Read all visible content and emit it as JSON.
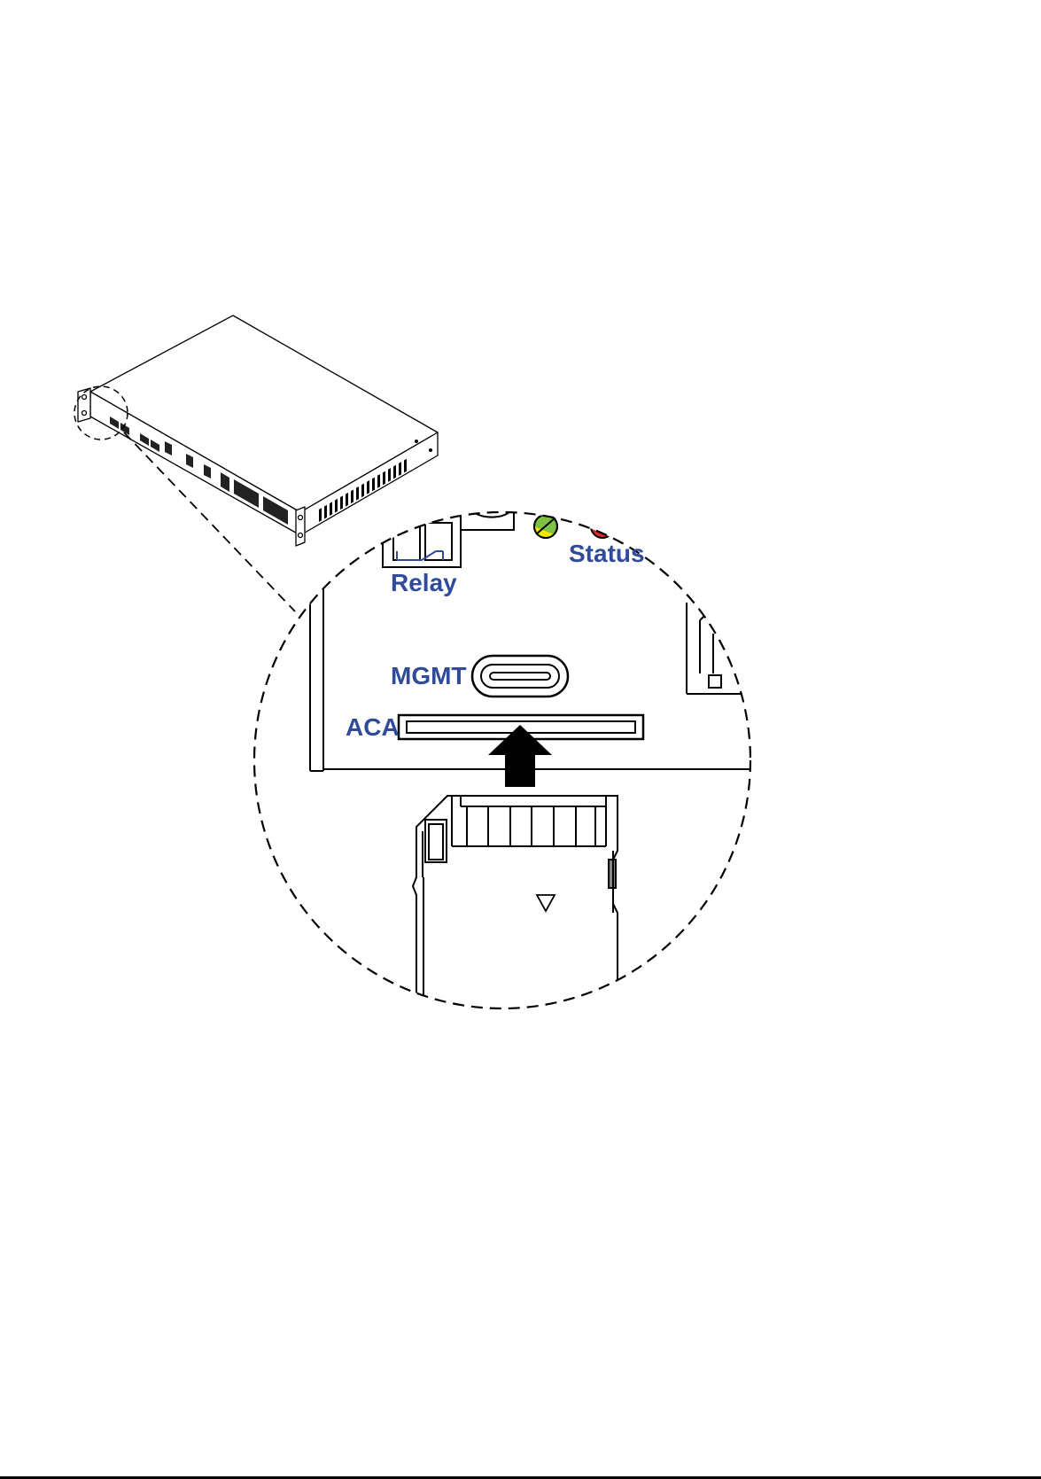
{
  "labels": {
    "relay": "Relay",
    "status": "Status",
    "mgmt": "MGMT",
    "aca": "ACA"
  },
  "colors": {
    "label": "#2f4b9a",
    "line": "#000000",
    "led_green": "#7dc242",
    "led_yellow": "#f2e600",
    "led_red": "#e0262b",
    "background": "#ffffff"
  },
  "icons": {
    "insert_arrow": "arrow-up-icon",
    "card_orientation": "triangle-down-icon"
  }
}
